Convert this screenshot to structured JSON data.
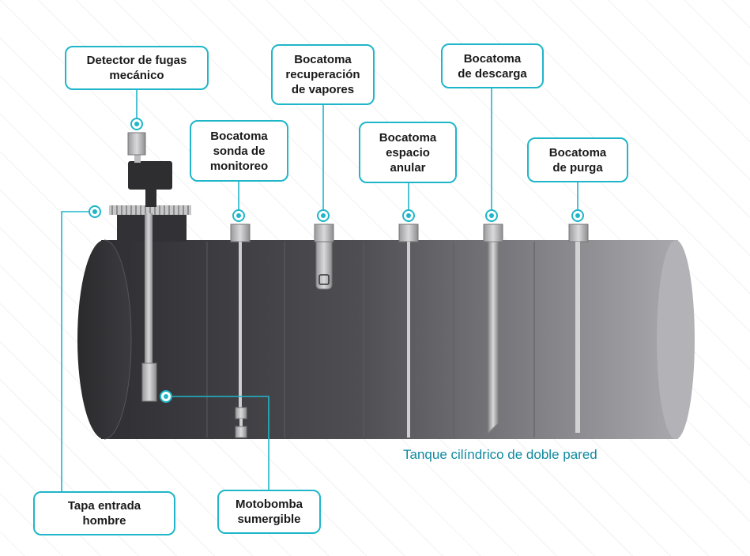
{
  "labels": {
    "detector": "Detector de fugas\nmecánico",
    "recuperacion": "Bocatoma\nrecuperación\nde vapores",
    "descarga": "Bocatoma\nde descarga",
    "sonda": "Bocatoma\nsonda de\nmonitoreo",
    "anular": "Bocatoma\nespacio\nanular",
    "purga": "Bocatoma\nde purga",
    "tapa": "Tapa entrada\nhombre",
    "motobomba": "Motobomba\nsumergible"
  },
  "tank_title": "Tanque cilíndrico de doble pared",
  "colors": {
    "accent": "#1fb6c9",
    "title": "#0f8aa0",
    "tank_dark": "#2f2f33",
    "tank_light": "#a9a9ad"
  }
}
